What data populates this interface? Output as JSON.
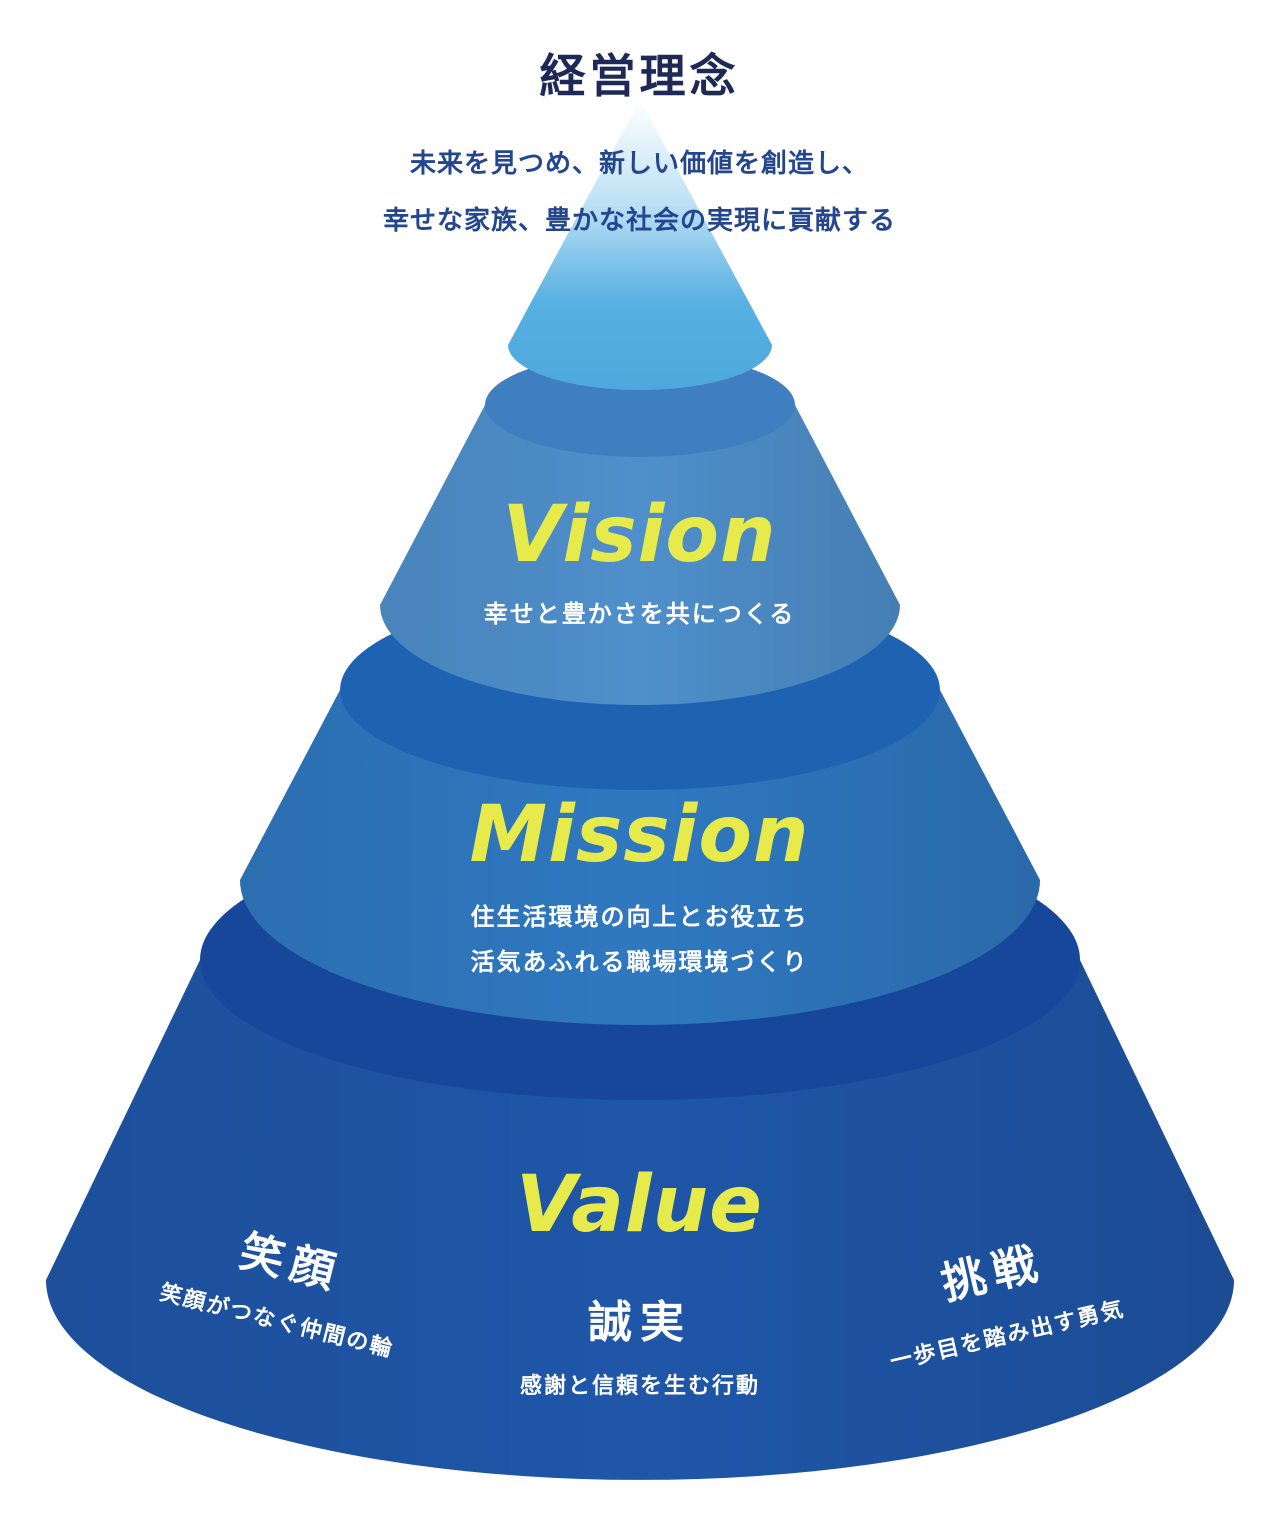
{
  "philosophy": {
    "title": "経営理念",
    "line1": "未来を見つめ、新しい価値を創造し、",
    "line2": "幸せな家族、豊かな社会の実現に貢献する"
  },
  "vision": {
    "heading": "Vision",
    "text": "幸せと豊かさを共につくる"
  },
  "mission": {
    "heading": "Mission",
    "line1": "住生活環境の向上とお役立ち",
    "line2": "活気あふれる職場環境づくり"
  },
  "value": {
    "heading": "Value",
    "items": [
      {
        "title": "笑顔",
        "text": "笑顔がつなぐ仲間の輪"
      },
      {
        "title": "誠実",
        "text": "感謝と信頼を生む行動"
      },
      {
        "title": "挑戦",
        "text": "一歩目を踏み出す勇気"
      }
    ]
  },
  "colors": {
    "tip": "#56b0e2",
    "vision": "#4f8fcb",
    "mission": "#2f78c0",
    "value": "#1f56a8",
    "heading_yellow": "#e6ea4a",
    "title_navy": "#1e2a55"
  }
}
